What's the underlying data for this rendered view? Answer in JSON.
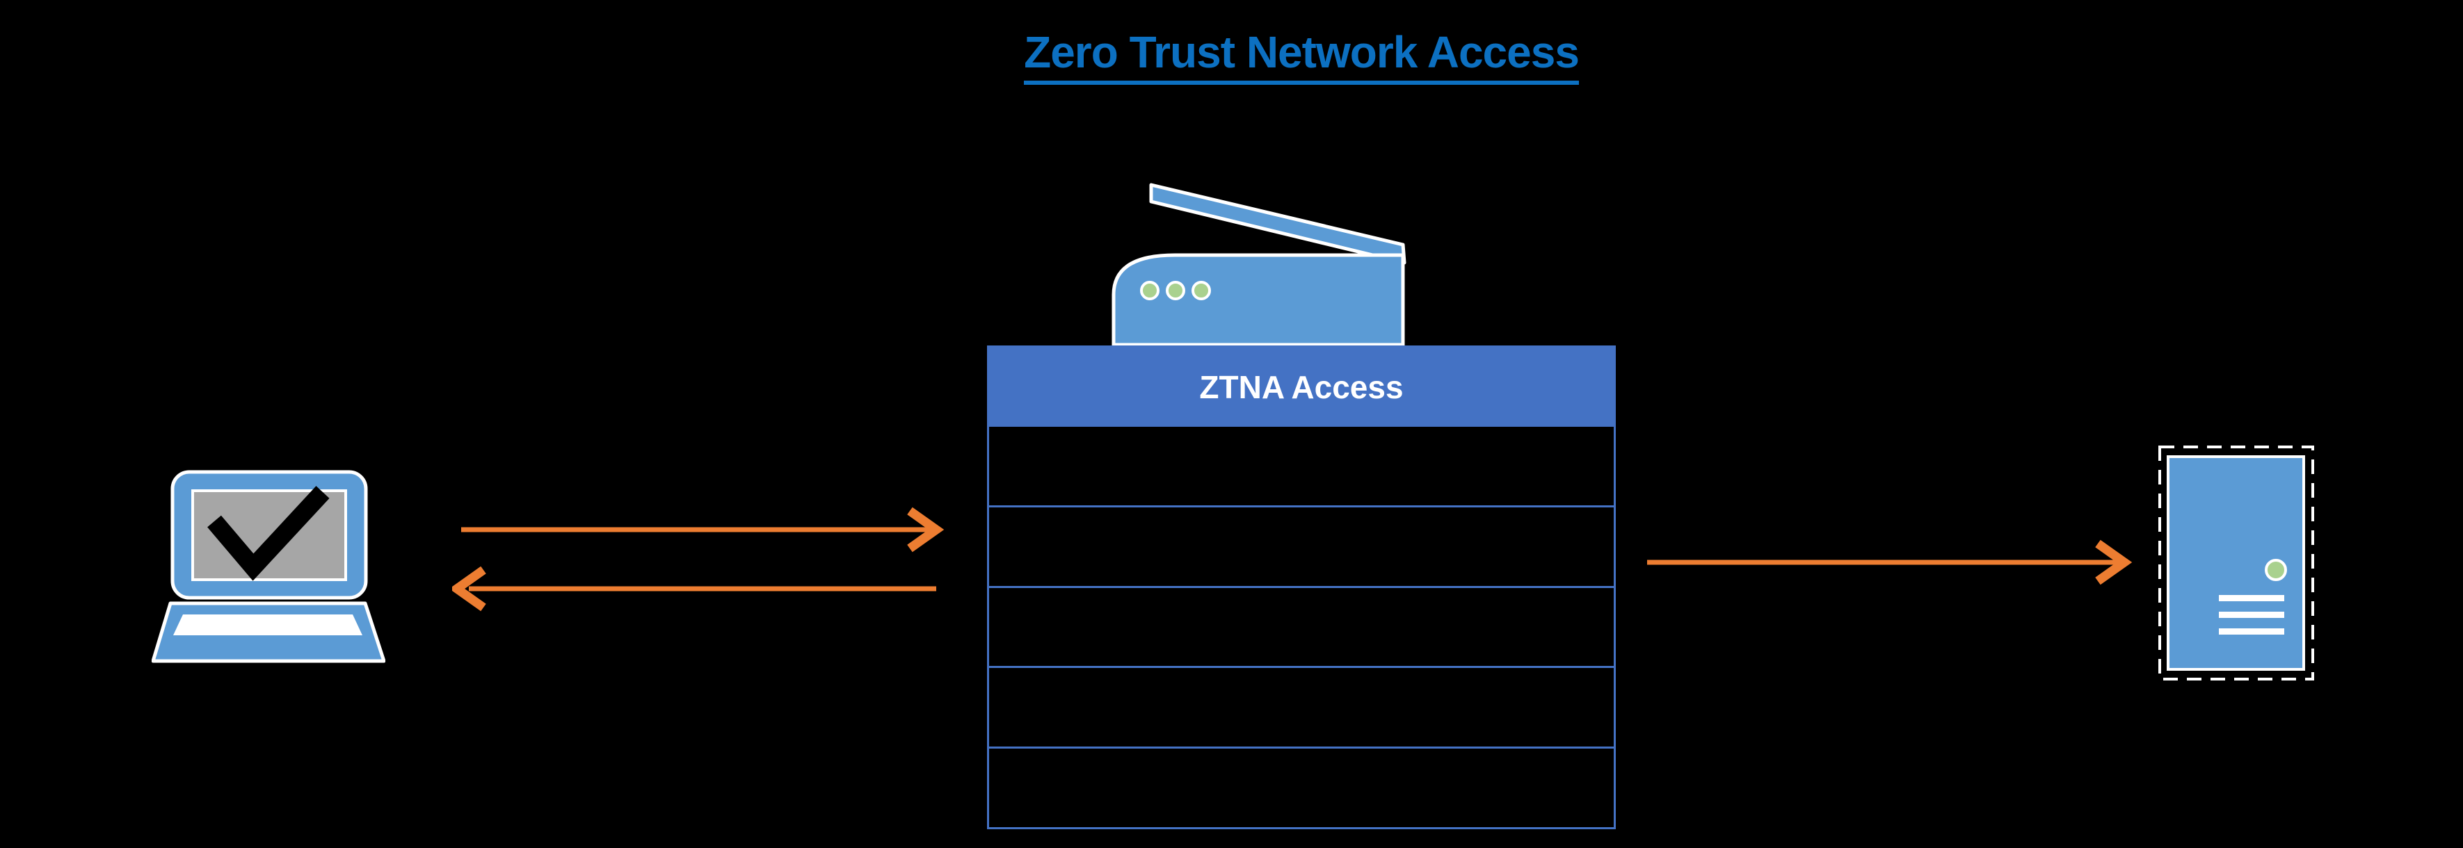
{
  "title": "Zero Trust Network Access",
  "diagram": {
    "gateway_table": {
      "header": "ZTNA Access",
      "rows": [
        "",
        "",
        "",
        "",
        ""
      ]
    },
    "nodes": {
      "client": {
        "icon": "laptop-check-icon",
        "description": "endpoint laptop with checkmark on screen"
      },
      "gateway": {
        "icon": "scanner-gateway-icon",
        "description": "scanner device with three green status leds sitting on ZTNA Access table"
      },
      "server": {
        "icon": "server-icon",
        "description": "blue server tower with green led and vents inside dashed selection border"
      }
    },
    "arrows": [
      {
        "name": "client-to-gateway",
        "direction": "right"
      },
      {
        "name": "gateway-to-client",
        "direction": "left"
      },
      {
        "name": "gateway-to-server",
        "direction": "right"
      }
    ]
  },
  "colors": {
    "background": "#000000",
    "title_blue": "#0C70C1",
    "table_blue": "#4472C4",
    "icon_blue": "#5B9BD5",
    "icon_green": "#A9D18E",
    "screen_gray": "#A6A6A6",
    "arrow_orange": "#ED7D31",
    "white": "#FFFFFF"
  }
}
